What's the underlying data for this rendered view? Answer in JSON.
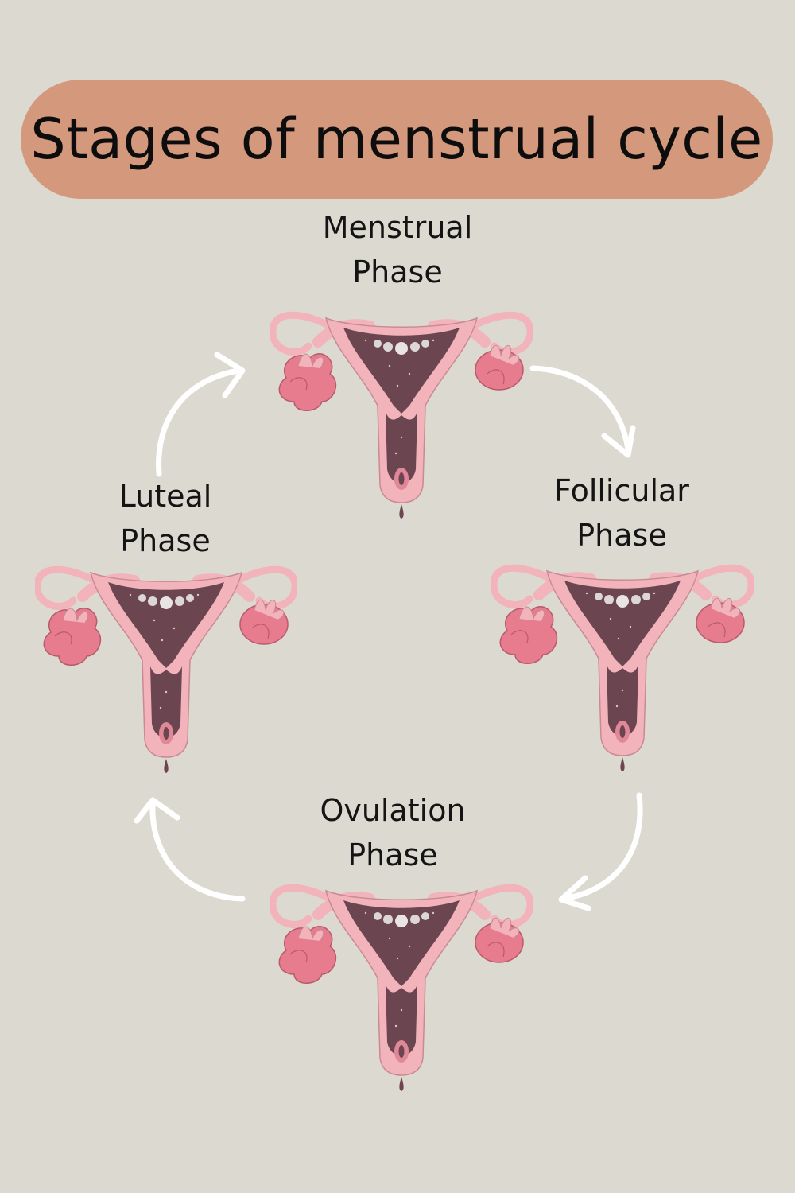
{
  "title": "Stages of menstrual cycle",
  "phases": [
    {
      "line1": "Menstrual",
      "line2": "Phase"
    },
    {
      "line1": "Follicular",
      "line2": "Phase"
    },
    {
      "line1": "Ovulation",
      "line2": "Phase"
    },
    {
      "line1": "Luteal",
      "line2": "Phase"
    }
  ],
  "colors": {
    "background": "#dcd9d0",
    "title_pill": "#d4987c",
    "uterus_light": "#f2b3bb",
    "uterus_mid": "#e08898",
    "uterus_dark": "#6b4550",
    "ovary_pink": "#e67c8e",
    "arrow": "#ffffff"
  }
}
